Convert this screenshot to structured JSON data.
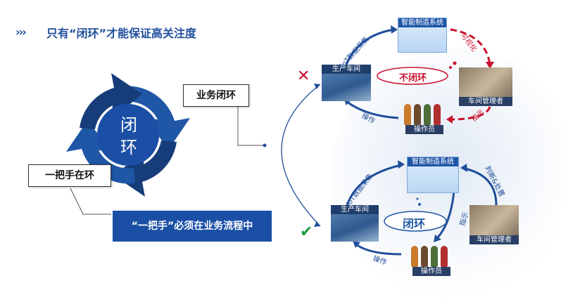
{
  "header": {
    "title": "只有“闭环”才能保证高关注度",
    "chevrons": "›››"
  },
  "ring": {
    "char1": "闭",
    "char2": "环"
  },
  "labels": {
    "business_loop": "业务闭环",
    "leader_in_loop": "一把手在环",
    "leader_in_process": "“一把手”必须在业务流程中"
  },
  "top_flow": {
    "system_panel": "智能制造系统",
    "manager": "车间管理者",
    "workshop": "生产车间",
    "workers": "操作员",
    "iot": "IoT数据采集",
    "visualize": "可视化",
    "instruct": "指示",
    "operate": "操作",
    "cloud": "不闭环"
  },
  "bottom_flow": {
    "system_panel": "智能制造系统",
    "manager": "车间管理者",
    "workshop": "生产车间",
    "workers": "操作员",
    "iot": "IoT数据采集",
    "judge": "判断&处置",
    "instruct": "指示",
    "operate": "操作",
    "cloud": "闭环"
  },
  "colors": {
    "brand": "#1f4e9b",
    "ring_dark": "#163d7a",
    "ring_light": "#1f56a6",
    "red": "#c8102e",
    "green": "#1a9b3c"
  },
  "icons": {
    "fail": "cross-icon",
    "pass": "check-icon"
  }
}
